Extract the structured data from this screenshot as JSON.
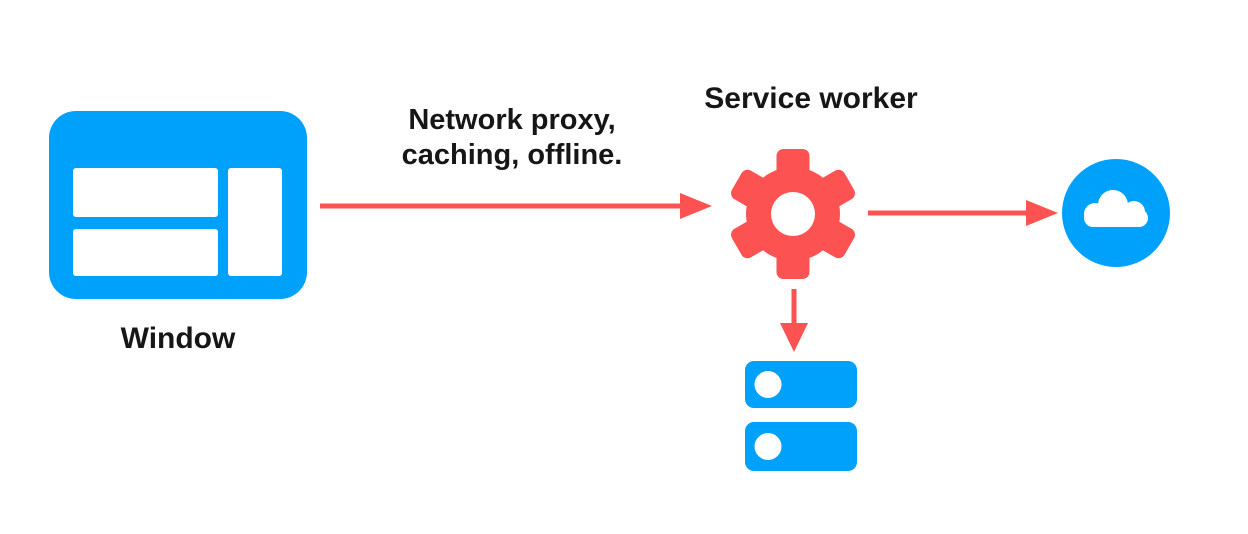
{
  "diagram": {
    "window_label": "Window",
    "service_worker_label": "Service worker",
    "flow_label_line1": "Network proxy,",
    "flow_label_line2": "caching, offline.",
    "icons": {
      "window": "browser-window-icon",
      "service_worker": "gear-icon",
      "network": "cloud-icon",
      "storage": "database-icon"
    },
    "connections": [
      {
        "from": "window",
        "to": "service-worker",
        "label": "Network proxy, caching, offline."
      },
      {
        "from": "service-worker",
        "to": "cloud"
      },
      {
        "from": "service-worker",
        "to": "storage"
      }
    ]
  },
  "colors": {
    "blue": "#00a1fb",
    "red": "#fc5252",
    "text": "#161616",
    "bg": "#ffffff"
  }
}
